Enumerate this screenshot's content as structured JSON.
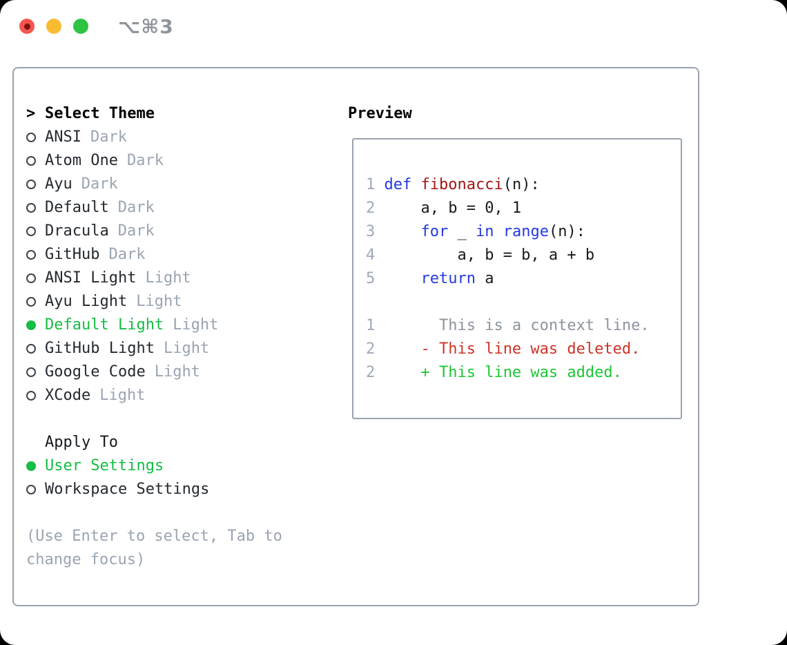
{
  "window": {
    "title": "⌥⌘3"
  },
  "colors": {
    "border": "#99a2ae",
    "muted": "#9aa4b2",
    "green": "#14bd44",
    "add_green": "#1cc634",
    "del_red": "#cd3327",
    "kw_blue": "#2339e2",
    "fn_red": "#a51514",
    "line_num": "#9ea8b6",
    "ctx_gray": "#8c939e",
    "title_gray": "#8f949c",
    "text": "#24292f",
    "traffic_red": "#f4554e",
    "traffic_yellow": "#f9bb32",
    "traffic_green": "#2ec342"
  },
  "picker": {
    "prompt": ">",
    "title": "Select Theme",
    "items": [
      {
        "name": "ANSI",
        "variant": "Dark",
        "selected": false
      },
      {
        "name": "Atom One",
        "variant": "Dark",
        "selected": false
      },
      {
        "name": "Ayu",
        "variant": "Dark",
        "selected": false
      },
      {
        "name": "Default",
        "variant": "Dark",
        "selected": false
      },
      {
        "name": "Dracula",
        "variant": "Dark",
        "selected": false
      },
      {
        "name": "GitHub",
        "variant": "Dark",
        "selected": false
      },
      {
        "name": "ANSI Light",
        "variant": "Light",
        "selected": false
      },
      {
        "name": "Ayu Light",
        "variant": "Light",
        "selected": false
      },
      {
        "name": "Default Light",
        "variant": "Light",
        "selected": true
      },
      {
        "name": "GitHub Light",
        "variant": "Light",
        "selected": false
      },
      {
        "name": "Google Code",
        "variant": "Light",
        "selected": false
      },
      {
        "name": "XCode",
        "variant": "Light",
        "selected": false
      }
    ],
    "apply_to": {
      "label": "Apply To",
      "options": [
        {
          "label": "User Settings",
          "selected": true
        },
        {
          "label": "Workspace Settings",
          "selected": false
        }
      ]
    },
    "hint": "(Use Enter to select, Tab to change focus)"
  },
  "preview": {
    "label": "Preview",
    "lines": [
      {
        "segs": [
          [
            "1 ",
            "num"
          ],
          [
            "def",
            "kw"
          ],
          [
            " ",
            "p"
          ],
          [
            "fibonacci",
            "fn"
          ],
          [
            "(n):",
            "p"
          ]
        ]
      },
      {
        "segs": [
          [
            "2",
            "num"
          ],
          [
            "     a, b = 0, 1",
            "p"
          ]
        ]
      },
      {
        "segs": [
          [
            "3",
            "num"
          ],
          [
            "     ",
            "p"
          ],
          [
            "for",
            "kw"
          ],
          [
            " _ ",
            "p"
          ],
          [
            "in",
            "kw"
          ],
          [
            " ",
            "p"
          ],
          [
            "range",
            "kw"
          ],
          [
            "(n):",
            "p"
          ]
        ]
      },
      {
        "segs": [
          [
            "4",
            "num"
          ],
          [
            "         a, b = b, a + b",
            "p"
          ]
        ]
      },
      {
        "segs": [
          [
            "5",
            "num"
          ],
          [
            "     ",
            "p"
          ],
          [
            "return",
            "kw"
          ],
          [
            " a",
            "p"
          ]
        ]
      },
      {
        "segs": []
      },
      {
        "segs": [
          [
            "1",
            "num"
          ],
          [
            "       ",
            "p"
          ],
          [
            "This is a context line.",
            "ctx"
          ]
        ]
      },
      {
        "segs": [
          [
            "2",
            "num"
          ],
          [
            "     ",
            "p"
          ],
          [
            "- This line was deleted.",
            "del"
          ]
        ]
      },
      {
        "segs": [
          [
            "2",
            "num"
          ],
          [
            "     ",
            "p"
          ],
          [
            "+ This line was added.",
            "add"
          ]
        ]
      }
    ]
  }
}
